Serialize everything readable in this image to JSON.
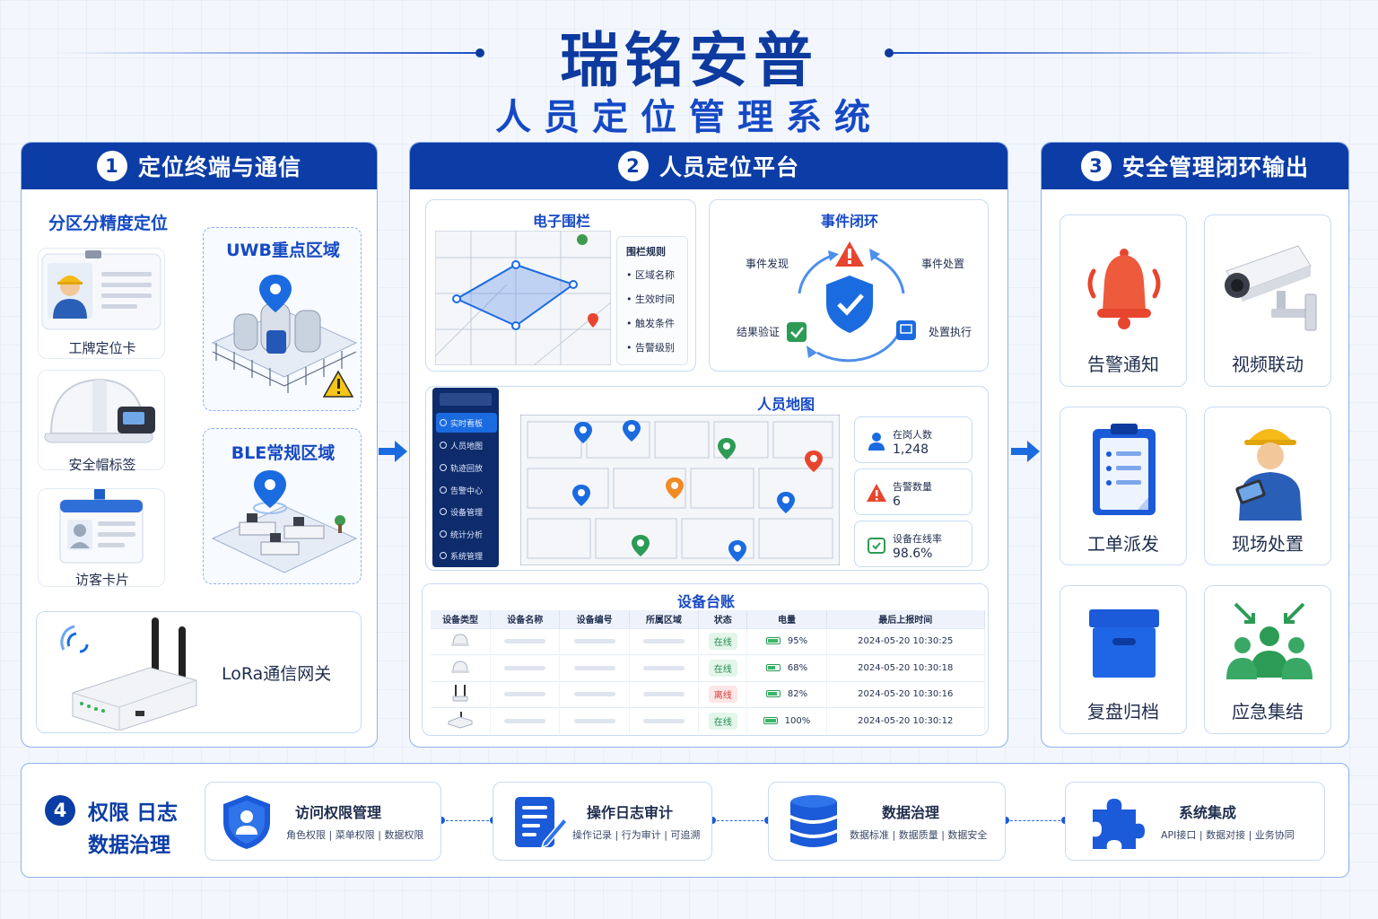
{
  "title": {
    "main": "瑞铭安普",
    "sub": "人员定位管理系统"
  },
  "colors": {
    "primary": "#0c3da6",
    "accent": "#1b6be0",
    "alert": "#e8452f",
    "ok": "#2c9b55"
  },
  "section1": {
    "number": "1",
    "title": "定位终端与通信",
    "zone_title": "分区分精度定位",
    "devices": [
      {
        "label": "工牌定位卡",
        "icon": "badge-card-icon"
      },
      {
        "label": "安全帽标签",
        "icon": "helmet-tag-icon"
      },
      {
        "label": "访客卡片",
        "icon": "visitor-card-icon"
      }
    ],
    "uwb_title": "UWB重点区域",
    "ble_title": "BLE常规区域",
    "gateway_label": "LoRa通信网关"
  },
  "section2": {
    "number": "2",
    "title": "人员定位平台",
    "fence": {
      "title": "电子围栏",
      "rules_title": "围栏规则",
      "rules": [
        "区域名称",
        "生效时间",
        "触发条件",
        "告警级别"
      ]
    },
    "event_loop": {
      "title": "事件闭环",
      "steps": [
        "事件发现",
        "事件处置",
        "处置执行",
        "结果验证"
      ]
    },
    "personnel_map": {
      "title": "人员地图",
      "menu": [
        "实时看板",
        "人员地图",
        "轨迹回放",
        "告警中心",
        "设备管理",
        "统计分析",
        "系统管理"
      ],
      "stats": [
        {
          "label": "在岗人数",
          "value": "1,248",
          "icon": "person-icon"
        },
        {
          "label": "告警数量",
          "value": "6",
          "icon": "alert-icon"
        },
        {
          "label": "设备在线率",
          "value": "98.6%",
          "icon": "device-online-icon"
        }
      ]
    },
    "ledger": {
      "title": "设备台账",
      "headers": [
        "设备类型",
        "设备名称",
        "设备编号",
        "所属区域",
        "状态",
        "电量",
        "最后上报时间"
      ],
      "rows": [
        {
          "status": "在线",
          "battery": "95%",
          "battery_value": 95,
          "time": "2024-05-20 10:30:25",
          "online": true
        },
        {
          "status": "在线",
          "battery": "68%",
          "battery_value": 68,
          "time": "2024-05-20 10:30:18",
          "online": true
        },
        {
          "status": "离线",
          "battery": "82%",
          "battery_value": 82,
          "time": "2024-05-20 10:30:16",
          "online": false
        },
        {
          "status": "在线",
          "battery": "100%",
          "battery_value": 100,
          "time": "2024-05-20 10:30:12",
          "online": true
        }
      ]
    }
  },
  "section3": {
    "number": "3",
    "title": "安全管理闭环输出",
    "outputs": [
      {
        "label": "告警通知",
        "icon": "alarm-bell-icon"
      },
      {
        "label": "视频联动",
        "icon": "cctv-camera-icon"
      },
      {
        "label": "工单派发",
        "icon": "clipboard-icon"
      },
      {
        "label": "现场处置",
        "icon": "field-worker-icon"
      },
      {
        "label": "复盘归档",
        "icon": "archive-box-icon"
      },
      {
        "label": "应急集结",
        "icon": "assembly-group-icon"
      }
    ]
  },
  "section4": {
    "number": "4",
    "title_line1": "权限 日志",
    "title_line2": "数据治理",
    "items": [
      {
        "title": "访问权限管理",
        "sub": "角色权限 | 菜单权限 | 数据权限",
        "icon": "shield-user-icon"
      },
      {
        "title": "操作日志审计",
        "sub": "操作记录 | 行为审计 | 可追溯",
        "icon": "log-document-icon"
      },
      {
        "title": "数据治理",
        "sub": "数据标准 | 数据质量 | 数据安全",
        "icon": "database-icon"
      },
      {
        "title": "系统集成",
        "sub": "API接口 | 数据对接 | 业务协同",
        "icon": "puzzle-icon"
      }
    ]
  }
}
